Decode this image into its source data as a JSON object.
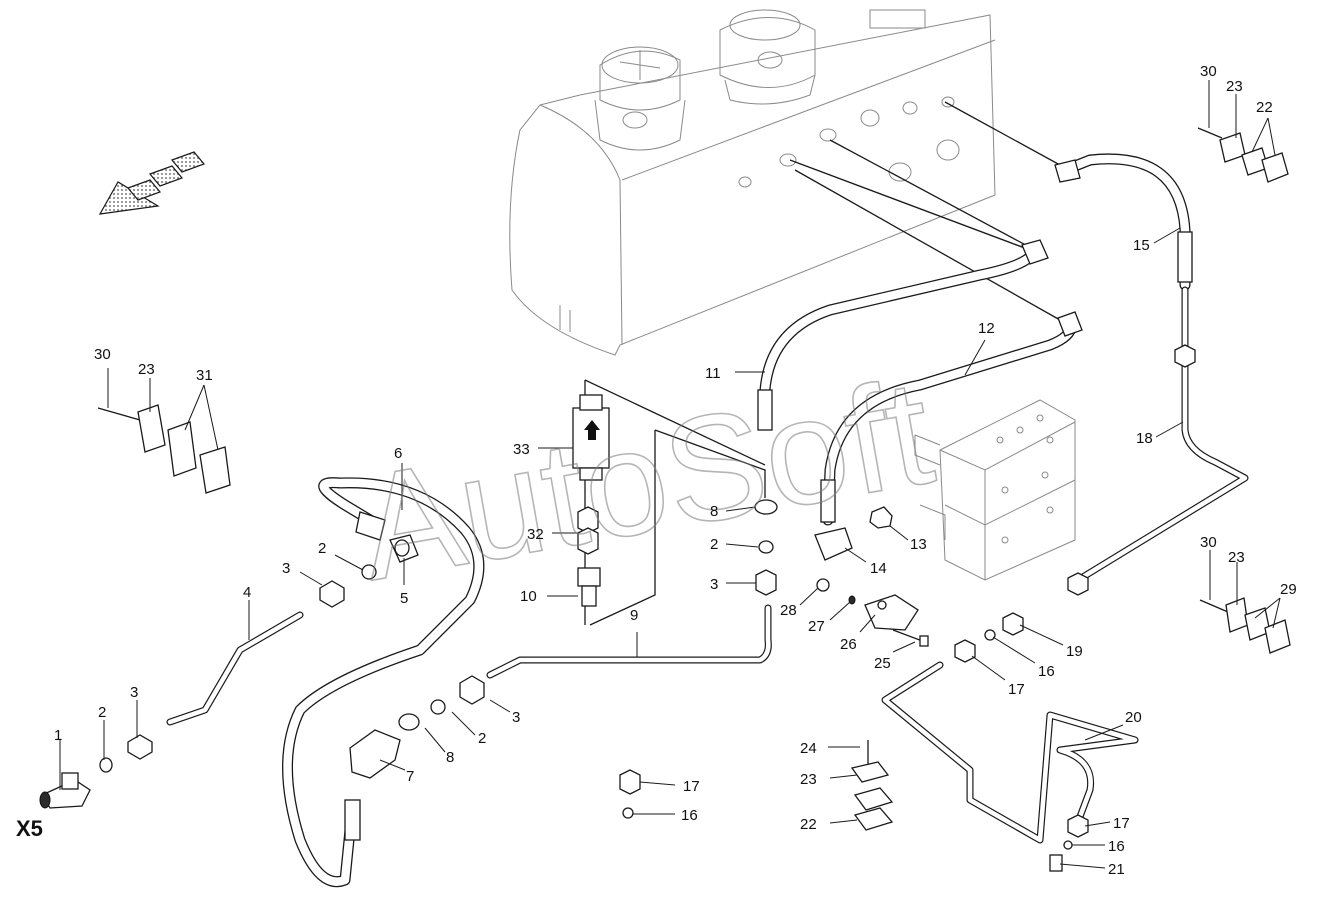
{
  "view_label": "X5",
  "watermark": "AutoSoft",
  "callouts": [
    {
      "id": "c1",
      "text": "1"
    },
    {
      "id": "c2a",
      "text": "2"
    },
    {
      "id": "c3a",
      "text": "3"
    },
    {
      "id": "c4",
      "text": "4"
    },
    {
      "id": "c3b",
      "text": "3"
    },
    {
      "id": "c2b",
      "text": "2"
    },
    {
      "id": "c5",
      "text": "5"
    },
    {
      "id": "c6",
      "text": "6"
    },
    {
      "id": "c7",
      "text": "7"
    },
    {
      "id": "c8a",
      "text": "8"
    },
    {
      "id": "c2c",
      "text": "2"
    },
    {
      "id": "c3c",
      "text": "3"
    },
    {
      "id": "c9",
      "text": "9"
    },
    {
      "id": "c10",
      "text": "10"
    },
    {
      "id": "c32",
      "text": "32"
    },
    {
      "id": "c33",
      "text": "33"
    },
    {
      "id": "c8b",
      "text": "8"
    },
    {
      "id": "c2d",
      "text": "2"
    },
    {
      "id": "c3d",
      "text": "3"
    },
    {
      "id": "c11",
      "text": "11"
    },
    {
      "id": "c12",
      "text": "12"
    },
    {
      "id": "c13",
      "text": "13"
    },
    {
      "id": "c14",
      "text": "14"
    },
    {
      "id": "c15",
      "text": "15"
    },
    {
      "id": "c18",
      "text": "18"
    },
    {
      "id": "c30a",
      "text": "30"
    },
    {
      "id": "c23a",
      "text": "23"
    },
    {
      "id": "c22a",
      "text": "22"
    },
    {
      "id": "c30b",
      "text": "30"
    },
    {
      "id": "c23b",
      "text": "23"
    },
    {
      "id": "c31",
      "text": "31"
    },
    {
      "id": "c30c",
      "text": "30"
    },
    {
      "id": "c23c",
      "text": "23"
    },
    {
      "id": "c29",
      "text": "29"
    },
    {
      "id": "c28",
      "text": "28"
    },
    {
      "id": "c27",
      "text": "27"
    },
    {
      "id": "c26",
      "text": "26"
    },
    {
      "id": "c25",
      "text": "25"
    },
    {
      "id": "c19",
      "text": "19"
    },
    {
      "id": "c16a",
      "text": "16"
    },
    {
      "id": "c17a",
      "text": "17"
    },
    {
      "id": "c20",
      "text": "20"
    },
    {
      "id": "c17b",
      "text": "17"
    },
    {
      "id": "c16b",
      "text": "16"
    },
    {
      "id": "c21",
      "text": "21"
    },
    {
      "id": "c24",
      "text": "24"
    },
    {
      "id": "c23d",
      "text": "23"
    },
    {
      "id": "c22b",
      "text": "22"
    },
    {
      "id": "c17c",
      "text": "17"
    },
    {
      "id": "c16c",
      "text": "16"
    }
  ]
}
